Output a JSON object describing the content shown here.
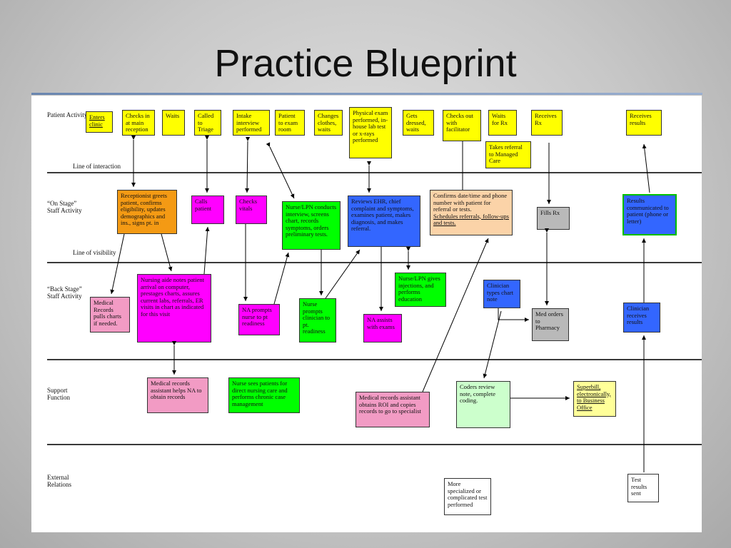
{
  "title": "Practice Blueprint",
  "lanes": {
    "patient": "Patient Activity",
    "on_stage": "“On Stage” Staff Activity",
    "back_stage": "“Back Stage” Staff Activity",
    "support": "Support Function",
    "external": "External Relations"
  },
  "lines": {
    "interaction": "Line of interaction",
    "visibility": "Line of visibility"
  },
  "patient_steps": [
    "Enters clinic",
    "Checks in at main reception",
    "Waits",
    "Called to Triage",
    "Intake interview performed",
    "Patient to exam room",
    "Changes clothes, waits",
    "Physical exam performed, in-house lab test or x-rays performed",
    "Gets dressed, waits",
    "Checks out with facilitator",
    "Waits for Rx",
    "Receives Rx",
    "Receives results",
    "Takes referral to Managed Care"
  ],
  "on_stage": [
    "Receptionist greets patient, confirms eligibility, updates demographics and ins., signs pt. in",
    "Calls patient",
    "Checks vitals",
    "Nurse/LPN conducts interview, screens chart, records symptoms, orders preliminary tests.",
    "Reviews EHR, chief complaint and symptoms, examines patient, makes diagnosis, and makes referral.",
    "Confirms date/time and phone number with patient for referral or tests.",
    "Schedules referrals, follow-ups and tests.",
    "Fills Rx",
    "Results communicated to patient (phone or letter)"
  ],
  "back_stage": [
    "Medical Records pulls charts if needed.",
    "Nursing aide notes patient arrival on computer, prestages charts, assures current labs, referrals, ER visits in chart as indicated for this visit",
    "NA prompts nurse to pt readiness",
    "Nurse prompts clinician to pt. readiness",
    "NA assists with exams",
    "Nurse/LPN gives injections, and performs education",
    "Clinician types chart note",
    "Med orders to Pharmacy",
    "Clinician receives results"
  ],
  "support": [
    "Medical records assistant helps NA to obtain records",
    "Nurse sees patients for direct nursing care and performs chronic case management",
    "Medical records assistant obtains ROI and copies records to go to specialist",
    "Coders review note, complete coding.",
    "Superbill, electronically, to Business Office"
  ],
  "external": [
    "More specialized or complicated test performed",
    "Test results sent"
  ],
  "colors": {
    "yellow": "#ffff00",
    "orange": "#f49a14",
    "magenta": "#ff00ff",
    "green": "#00ff00",
    "blue": "#3366ff",
    "pink": "#f29bc4",
    "tan": "#fbd3a8",
    "gray": "#b9b9b9",
    "light_green": "#ccffcc",
    "light_yellow": "#ffff99"
  }
}
